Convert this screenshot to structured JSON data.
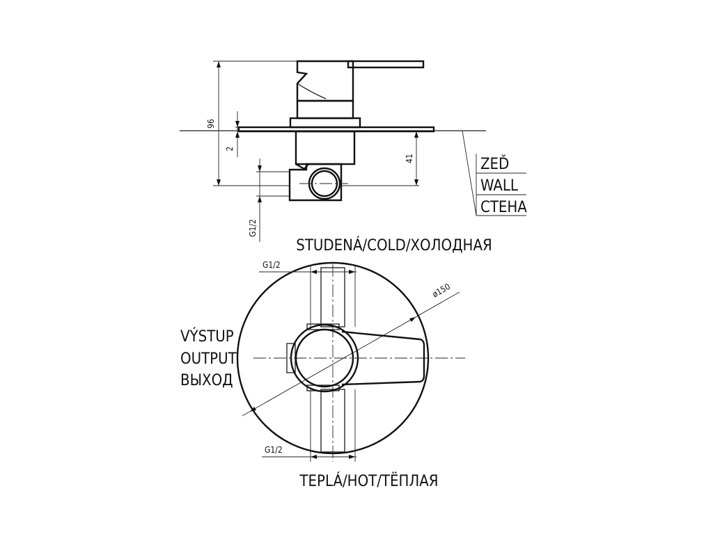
{
  "side_view": {
    "dim_total_height": "96",
    "dim_plate_thickness": "2",
    "dim_depth": "41",
    "thread_label": "G1/2",
    "wall_labels": [
      "ZEĎ",
      "WALL",
      "СТЕНА"
    ]
  },
  "front_view": {
    "cold_label": "STUDENÁ/COLD/ХОЛОДНАЯ",
    "hot_label": "TEPLÁ/HOT/TЁПЛАЯ",
    "outlet_labels": [
      "VÝSTUP",
      "OUTPUT",
      "ВЫХОД"
    ],
    "diameter_label": "ø150",
    "thread_top": "G1/2",
    "thread_bottom": "G1/2"
  },
  "colors": {
    "line": "#111111",
    "background": "#ffffff"
  }
}
